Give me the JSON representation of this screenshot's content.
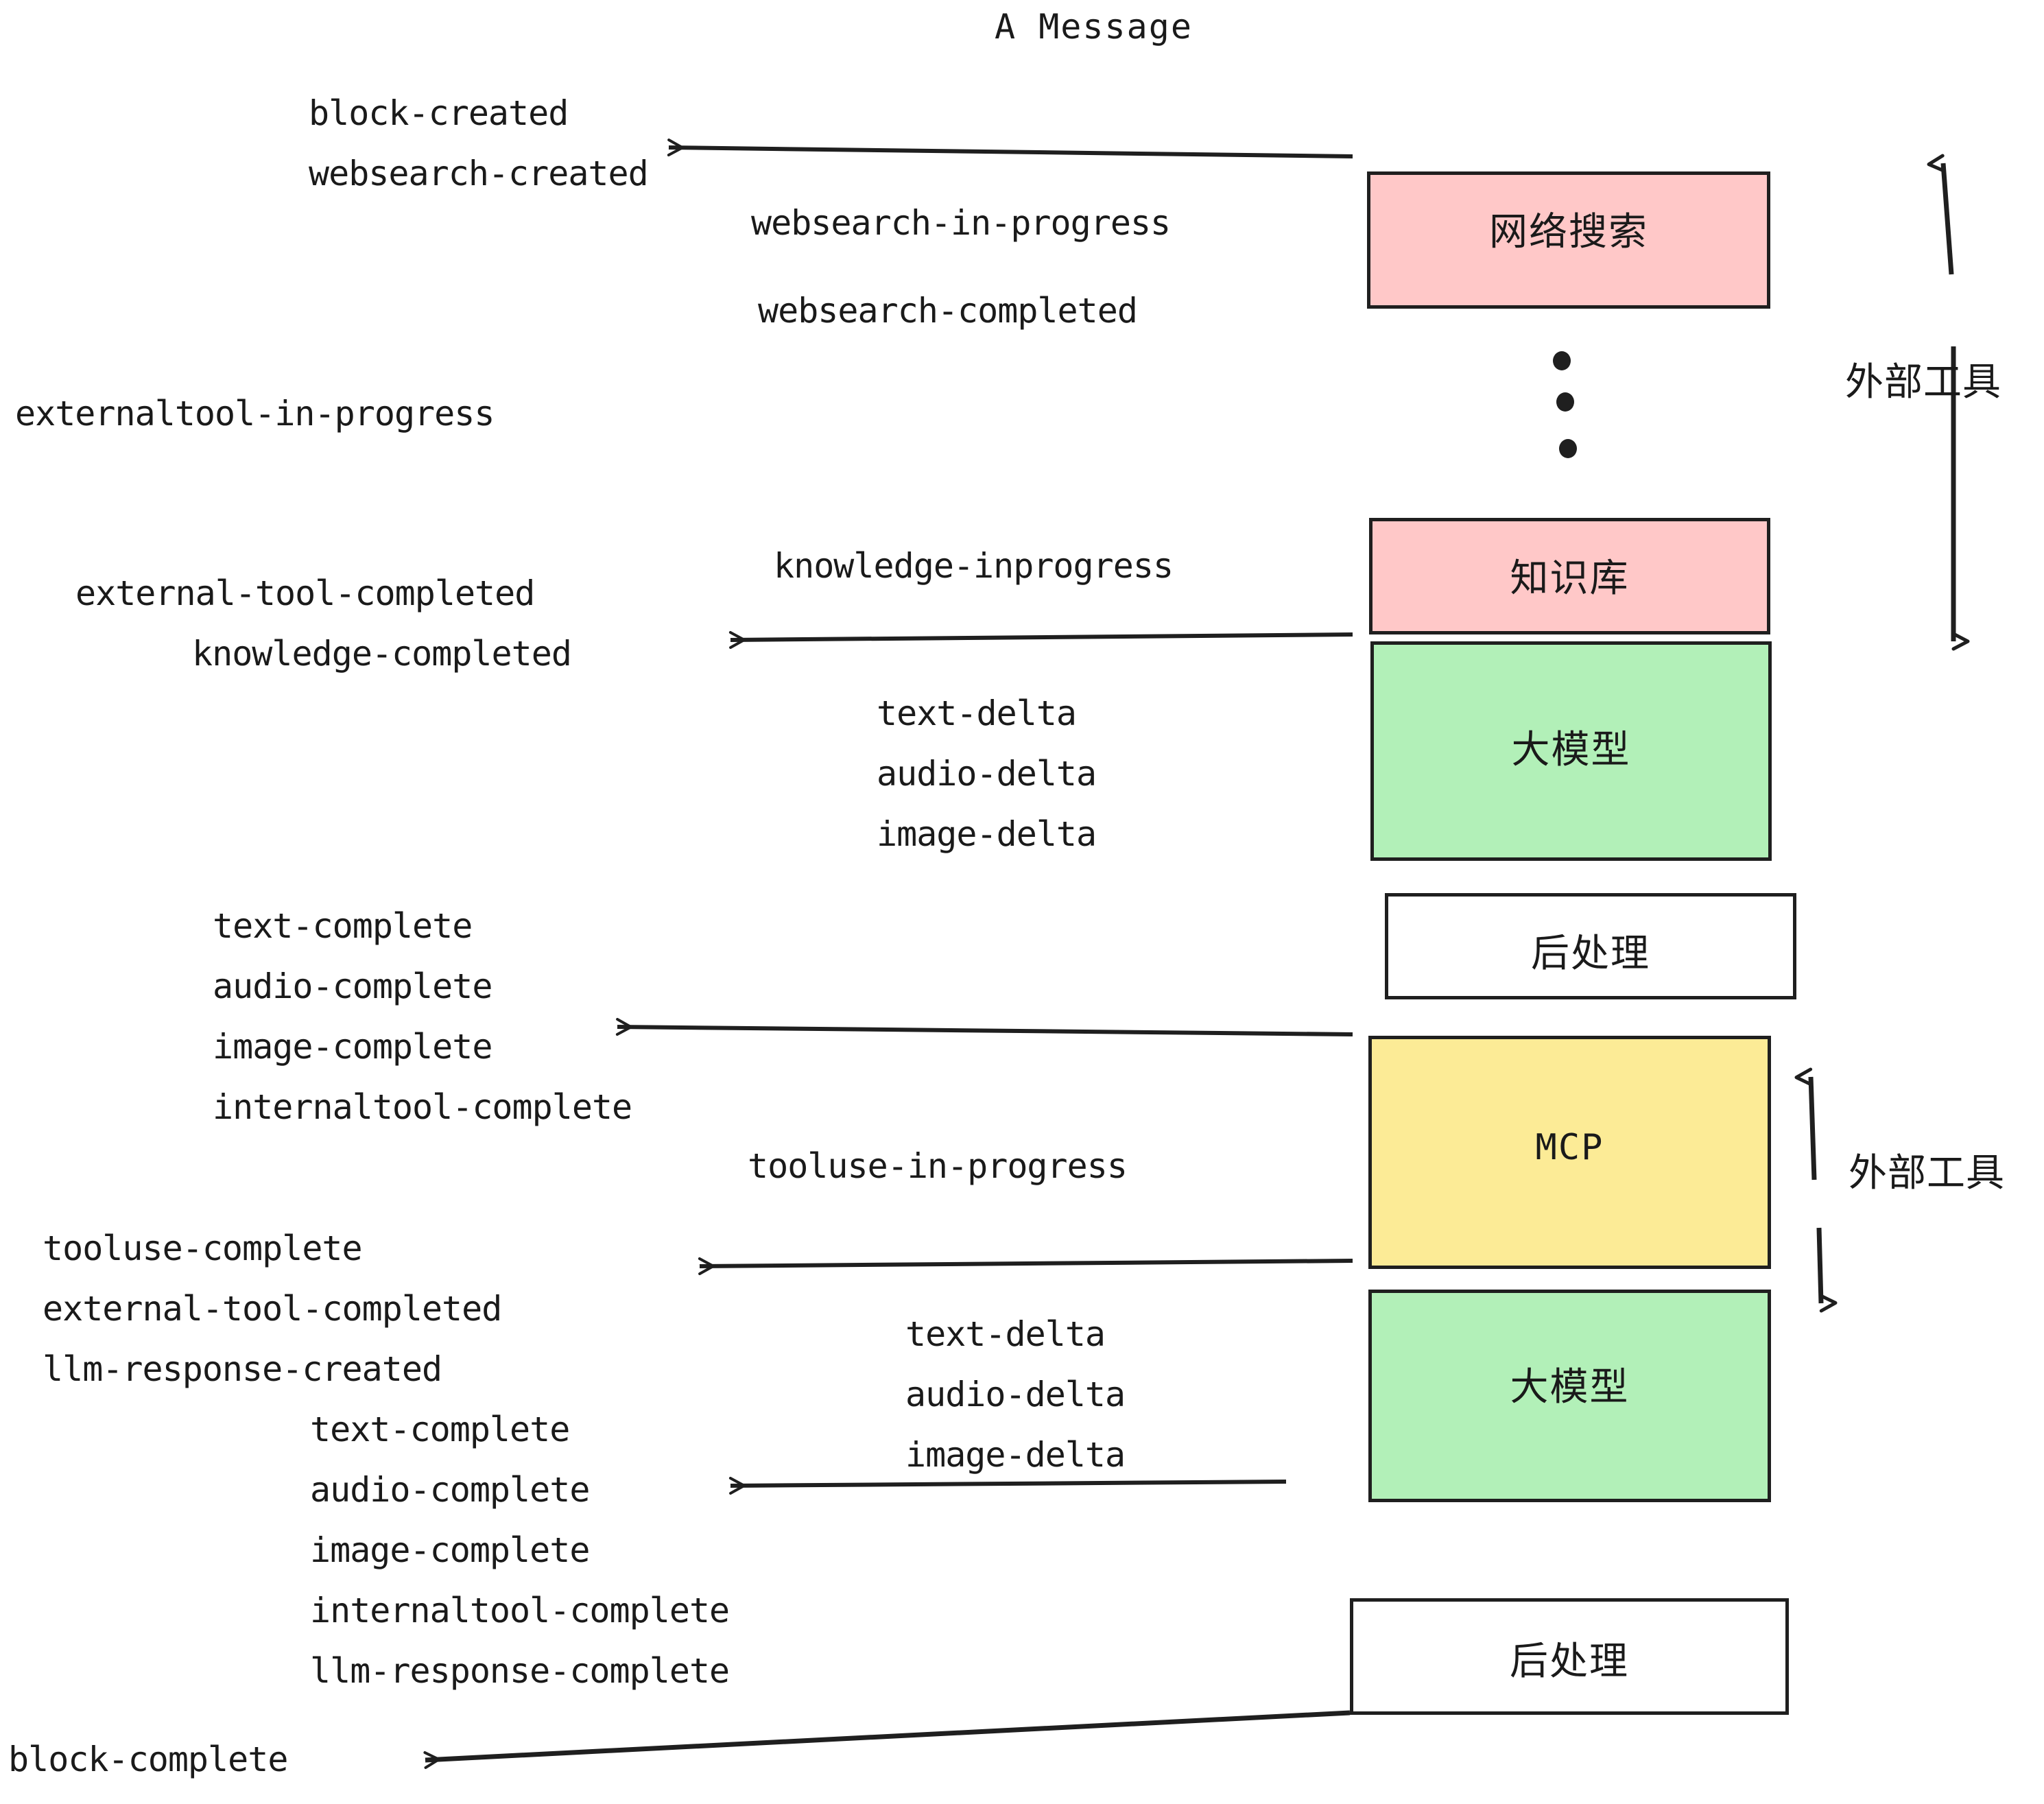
{
  "title": "A Message",
  "colors": {
    "pink": "#ffc8c8",
    "green": "#b2f0b8",
    "yellow": "#fceb96",
    "white": "#ffffff",
    "stroke": "#1f1f1f",
    "text": "#1a1a1a"
  },
  "nodes": [
    {
      "id": "websearch",
      "label": "网络搜索",
      "fill": "#ffc8c8"
    },
    {
      "id": "knowledgebase",
      "label": "知识库",
      "fill": "#ffc8c8"
    },
    {
      "id": "llm-1",
      "label": "大模型",
      "fill": "#b2f0b8"
    },
    {
      "id": "postprocess-1",
      "label": "后处理",
      "fill": "#ffffff"
    },
    {
      "id": "mcp",
      "label": "MCP",
      "fill": "#fceb96"
    },
    {
      "id": "llm-2",
      "label": "大模型",
      "fill": "#b2f0b8"
    },
    {
      "id": "postprocess-2",
      "label": "后处理",
      "fill": "#ffffff"
    }
  ],
  "side_labels": [
    {
      "id": "external-tools-top",
      "text": "外部工具"
    },
    {
      "id": "external-tools-bottom",
      "text": "外部工具"
    }
  ],
  "events": {
    "block_created": "block-created",
    "websearch_created": "websearch-created",
    "websearch_in_progress": "websearch-in-progress",
    "websearch_completed": "websearch-completed",
    "externaltool_in_progress": "externaltool-in-progress",
    "knowledge_inprogress": "knowledge-inprogress",
    "external_tool_completed_1": "external-tool-completed",
    "knowledge_completed": "knowledge-completed",
    "text_delta_1": "text-delta",
    "audio_delta_1": "audio-delta",
    "image_delta_1": "image-delta",
    "text_complete_1": "text-complete",
    "audio_complete_1": "audio-complete",
    "image_complete_1": "image-complete",
    "internaltool_complete_1": "internaltool-complete",
    "tooluse_in_progress": "tooluse-in-progress",
    "tooluse_complete": "tooluse-complete",
    "external_tool_completed_2": "external-tool-completed",
    "llm_response_created": "llm-response-created",
    "text_delta_2": "text-delta",
    "audio_delta_2": "audio-delta",
    "image_delta_2": "image-delta",
    "text_complete_2": "text-complete",
    "audio_complete_2": "audio-complete",
    "image_complete_2": "image-complete",
    "internaltool_complete_2": "internaltool-complete",
    "llm_response_complete": "llm-response-complete",
    "block_complete": "block-complete"
  },
  "ellipsis": {
    "id": "vertical-ellipsis",
    "count": 3
  }
}
